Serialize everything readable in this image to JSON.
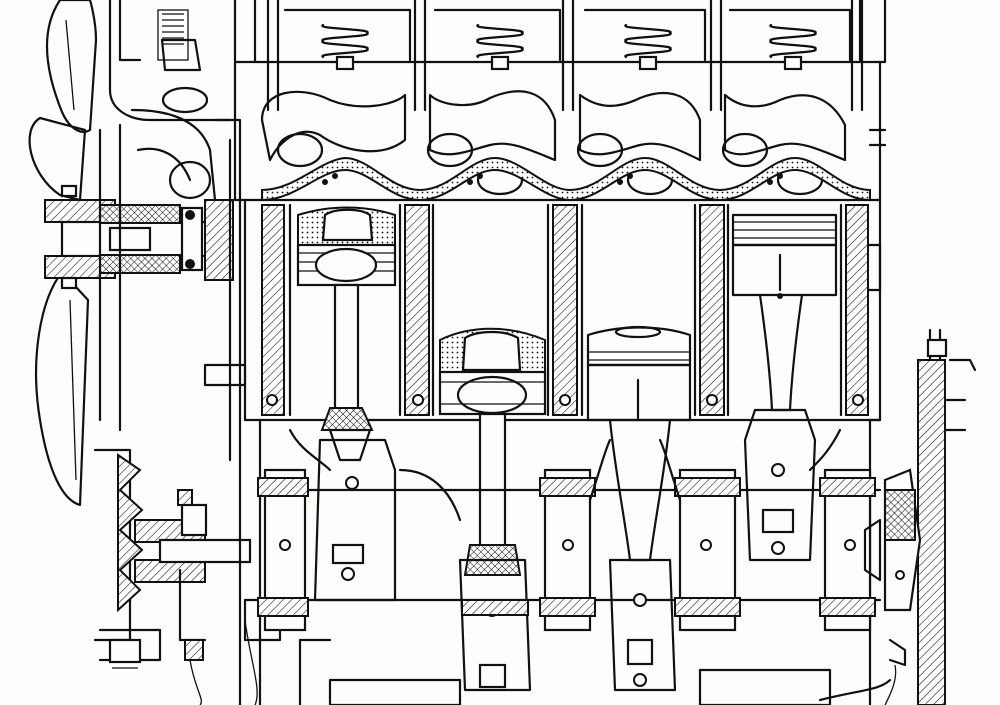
{
  "figure": {
    "kind": "engine-cross-section-line-art",
    "colors": {
      "ink": "#111111",
      "paper": "#fdfdfb"
    },
    "cylinders": [
      {
        "position": 1,
        "piston_level": 0.15
      },
      {
        "position": 2,
        "piston_level": 0.75
      },
      {
        "position": 3,
        "piston_level": 0.75
      },
      {
        "position": 4,
        "piston_level": 0.15
      }
    ],
    "valve_springs": 4,
    "main_bearings": 5
  }
}
